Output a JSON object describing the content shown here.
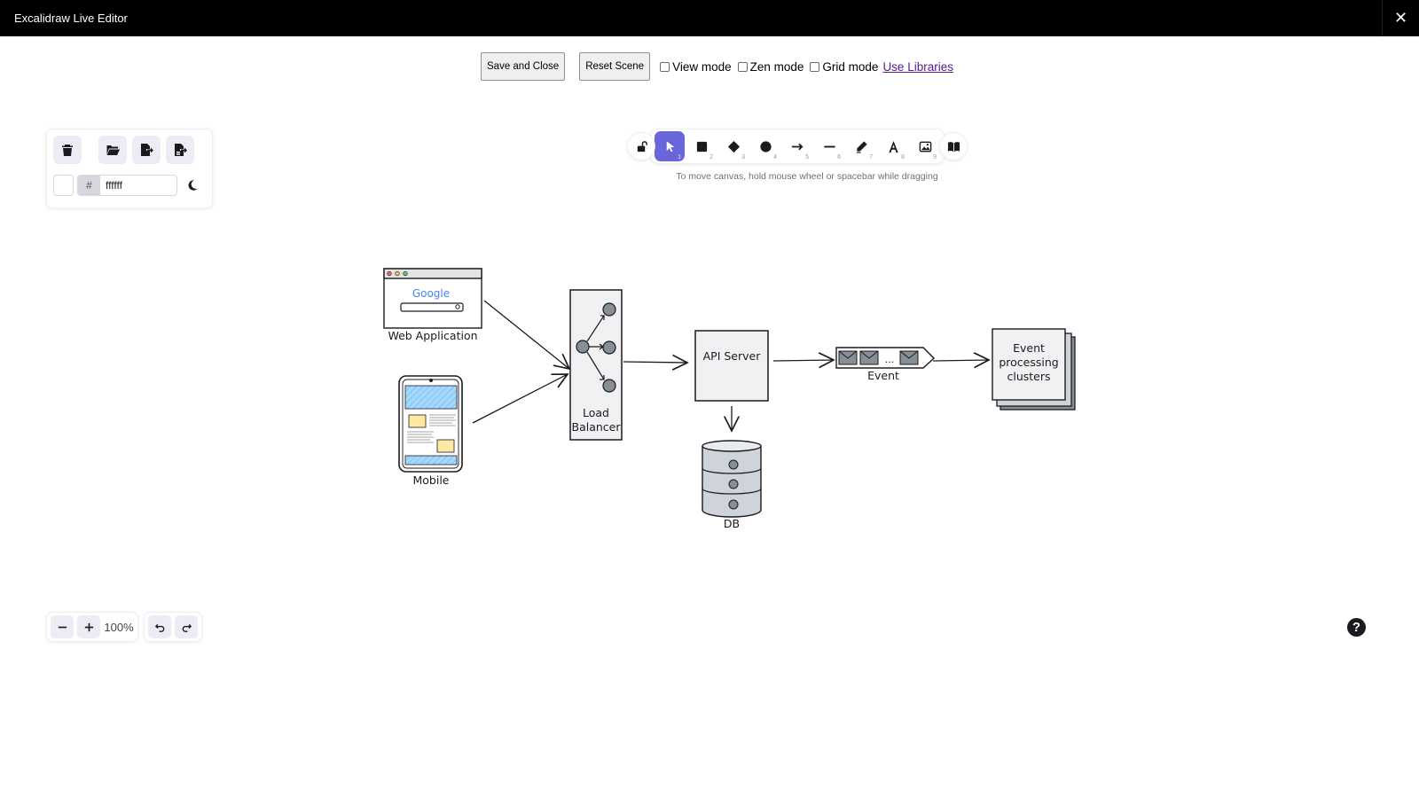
{
  "window": {
    "title": "Excalidraw Live Editor",
    "close_icon": "close-icon"
  },
  "topbar": {
    "save_close": "Save and Close",
    "reset_scene": "Reset Scene",
    "view_mode": "View mode",
    "zen_mode": "Zen mode",
    "grid_mode": "Grid mode",
    "use_libraries": "Use Libraries"
  },
  "left_panel": {
    "actions": [
      "trash-icon",
      "open-folder-icon",
      "export-icon",
      "export-image-icon"
    ],
    "background_prefix": "#",
    "background_value": "ffffff",
    "theme_icon": "moon-icon"
  },
  "toolbar": {
    "lock_icon": "unlock-icon",
    "tools": [
      {
        "name": "selection",
        "icon": "pointer-icon",
        "key": "1",
        "active": true
      },
      {
        "name": "rectangle",
        "icon": "square-icon",
        "key": "2"
      },
      {
        "name": "diamond",
        "icon": "diamond-icon",
        "key": "3"
      },
      {
        "name": "ellipse",
        "icon": "circle-icon",
        "key": "4"
      },
      {
        "name": "arrow",
        "icon": "arrow-icon",
        "key": "5"
      },
      {
        "name": "line",
        "icon": "line-icon",
        "key": "6"
      },
      {
        "name": "draw",
        "icon": "pencil-icon",
        "key": "7"
      },
      {
        "name": "text",
        "icon": "text-icon",
        "key": "8"
      },
      {
        "name": "image",
        "icon": "image-icon",
        "key": "9"
      }
    ],
    "library_icon": "library-book-icon",
    "hint": "To move canvas, hold mouse wheel or spacebar while dragging"
  },
  "zoom": {
    "level": "100%"
  },
  "help_icon": "help-icon",
  "diagram": {
    "labels": {
      "web_app": "Web Application",
      "google": "Google",
      "mobile": "Mobile",
      "lb_line1": "Load",
      "lb_line2": "Balancer",
      "api": "API Server",
      "event": "Event",
      "ellipsis": "...",
      "epc1": "Event",
      "epc2": "processing",
      "epc3": "clusters",
      "db": "DB"
    }
  },
  "colors": {
    "accent": "#6965db",
    "island_bg": "#ececf4"
  }
}
